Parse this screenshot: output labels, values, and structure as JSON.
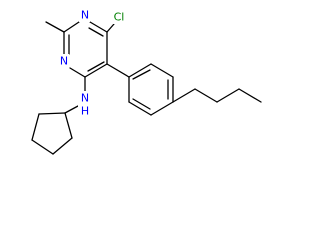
{
  "molecule": {
    "atoms": {
      "n1": {
        "symbol": "N"
      },
      "n2": {
        "symbol": "N"
      },
      "cl": {
        "symbol": "Cl"
      },
      "nh": {
        "symbol": "N",
        "hydrogen": "H"
      }
    },
    "colors": {
      "bond": "#000000",
      "nitrogen": "#0000ff",
      "chlorine": "#008000",
      "background": "#ffffff"
    }
  }
}
